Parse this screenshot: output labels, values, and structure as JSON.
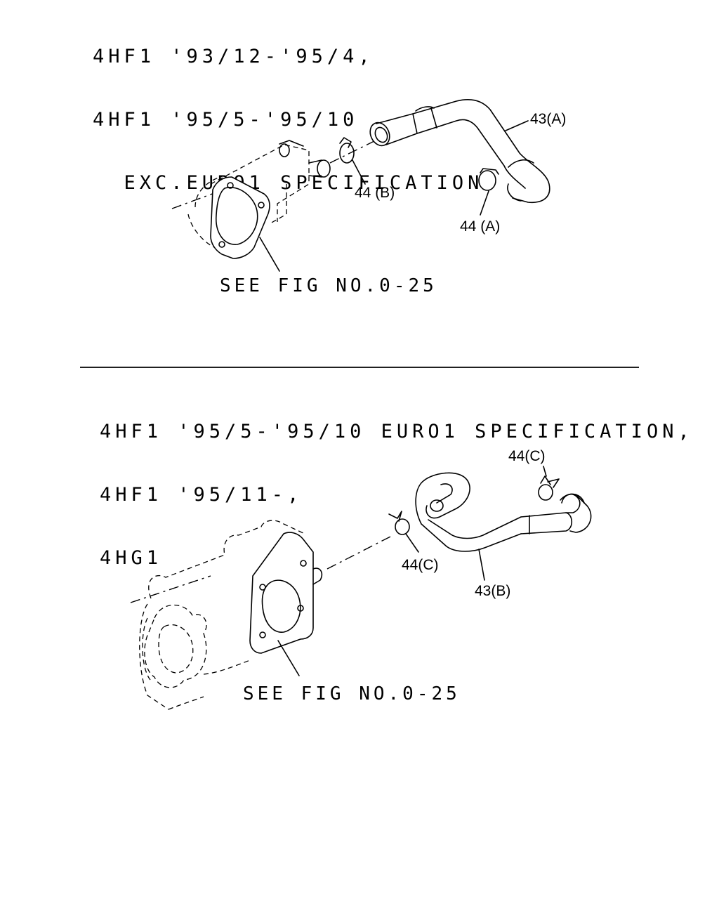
{
  "sections": [
    {
      "header_lines": [
        "4HF1 '93/12-'95/4,",
        "4HF1 '95/5-'95/10",
        "  EXC.EURO1 SPECIFICATION"
      ],
      "callouts": {
        "hose": "43(A)",
        "clamp_b": "44 (B)",
        "clamp_a": "44 (A)"
      },
      "see_fig": "SEE FIG NO.0-25"
    },
    {
      "header_lines": [
        "4HF1 '95/5-'95/10 EURO1 SPECIFICATION,",
        "4HF1 '95/11-,",
        "4HG1"
      ],
      "callouts": {
        "clamp_c_top": "44(C)",
        "clamp_c_mid": "44(C)",
        "hose": "43(B)"
      },
      "see_fig": "SEE FIG NO.0-25"
    }
  ]
}
